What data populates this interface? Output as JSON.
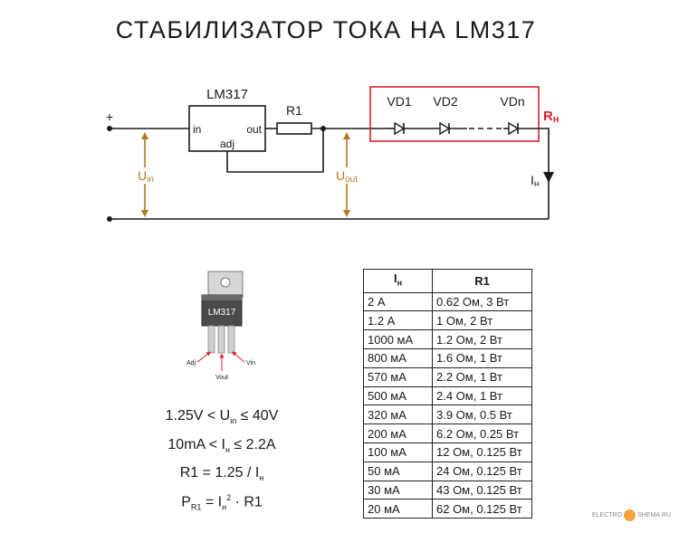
{
  "title": "СТАБИЛИЗАТОР ТОКА НА LM317",
  "schematic": {
    "regulator_label": "LM317",
    "pin_in": "in",
    "pin_out": "out",
    "pin_adj": "adj",
    "resistor_label": "R1",
    "plus_sign": "+",
    "leds": [
      "VD1",
      "VD2",
      "VDn"
    ],
    "load_label": "Rн",
    "current_label": "Iн",
    "uin_label": "Uin",
    "uout_label": "Uout"
  },
  "package": {
    "chip_label": "LM317",
    "pins": [
      "Adj",
      "Vout",
      "Vin"
    ]
  },
  "formulas": {
    "f1": "1.25V < Uin ≤ 40V",
    "f2": "10mA < Iн ≤ 2.2A",
    "f3": "R1 = 1.25 / Iн",
    "f4": "PR1 = Iн2 · R1"
  },
  "table": {
    "headers": [
      "Iн",
      "R1"
    ],
    "rows": [
      [
        "2 А",
        "0.62 Ом, 3 Вт"
      ],
      [
        "1.2 А",
        "1 Ом, 2 Вт"
      ],
      [
        "1000 мА",
        "1.2 Ом, 2 Вт"
      ],
      [
        "800 мА",
        "1.6 Ом, 1 Вт"
      ],
      [
        "570 мА",
        "2.2 Ом, 1 Вт"
      ],
      [
        "500 мА",
        "2.4 Ом, 1 Вт"
      ],
      [
        "320 мА",
        "3.9 Ом, 0.5 Вт"
      ],
      [
        "200 мА",
        "6.2 Ом, 0.25 Вт"
      ],
      [
        "100 мА",
        "12 Ом, 0.125 Вт"
      ],
      [
        "50 мА",
        "24 Ом, 0.125 Вт"
      ],
      [
        "30 мА",
        "43 Ом, 0.125 Вт"
      ],
      [
        "20 мА",
        "62 Ом, 0.125 Вт"
      ]
    ]
  },
  "watermark": {
    "left": "ELECTRO",
    "right": "SHEMA.RU"
  },
  "colors": {
    "wire": "#1a1a1a",
    "voltage_arrow": "#b07a1e",
    "load_box": "#d9232d",
    "pin_arrow": "#d9232d"
  }
}
